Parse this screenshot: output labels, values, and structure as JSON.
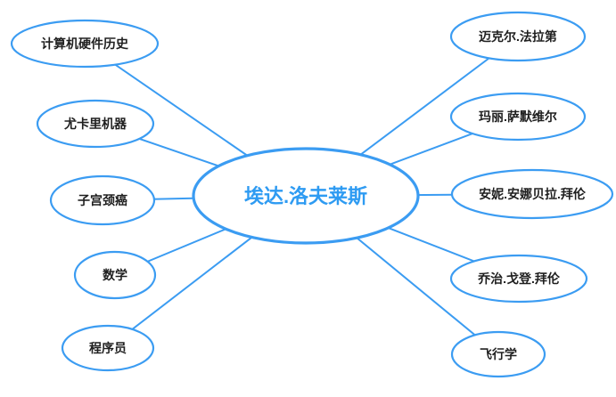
{
  "center": {
    "label": "埃达.洛夫莱斯"
  },
  "nodes": [
    {
      "id": "computer-hardware-history",
      "label": "计算机硬件历史",
      "side": "left"
    },
    {
      "id": "yukari-machine",
      "label": "尤卡里机器",
      "side": "left"
    },
    {
      "id": "cervical-cancer",
      "label": "子宫颈癌",
      "side": "left"
    },
    {
      "id": "mathematics",
      "label": "数学",
      "side": "left"
    },
    {
      "id": "programmer",
      "label": "程序员",
      "side": "left"
    },
    {
      "id": "michael-faraday",
      "label": "迈克尔.法拉第",
      "side": "right"
    },
    {
      "id": "mary-somerville",
      "label": "玛丽.萨默维尔",
      "side": "right"
    },
    {
      "id": "anne-annabella-byron",
      "label": "安妮.安娜贝拉.拜伦",
      "side": "right"
    },
    {
      "id": "george-gordon-byron",
      "label": "乔治.戈登.拜伦",
      "side": "right"
    },
    {
      "id": "aviation",
      "label": "飞行学",
      "side": "right"
    }
  ],
  "colors": {
    "accent": "#3B9CF2",
    "center_text": "#2E9BF2",
    "node_text": "#1F1F1F",
    "background": "#FFFFFF"
  }
}
